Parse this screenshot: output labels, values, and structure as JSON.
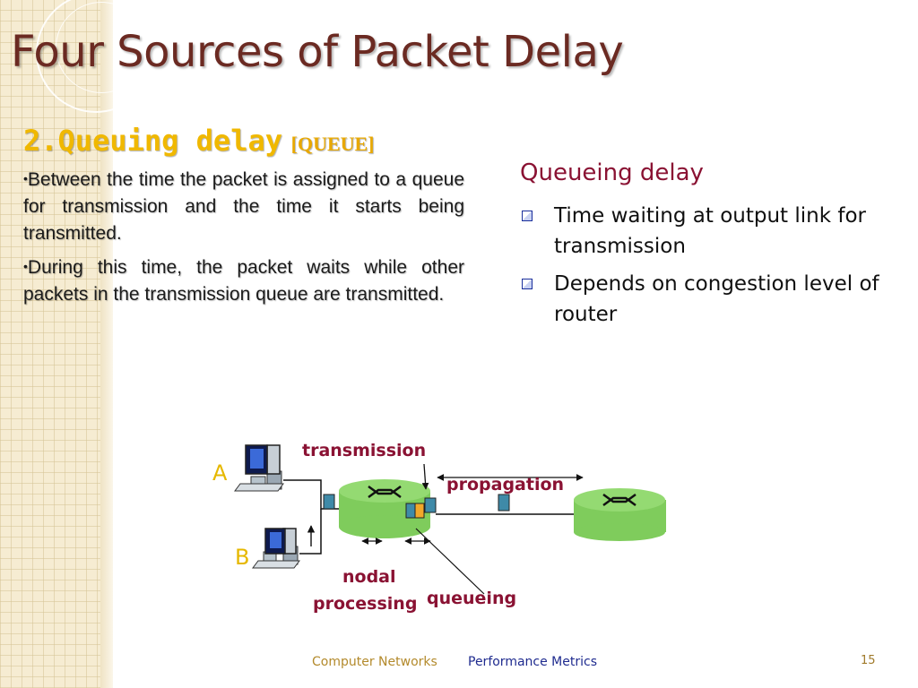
{
  "title": "Four Sources of Packet Delay",
  "subtitle": {
    "main": "2.Queuing delay",
    "tag": "[QUEUE]"
  },
  "left_text": [
    "Between the time the packet is assigned to a queue for transmission and the time it starts being transmitted.",
    "During this time, the packet waits while other packets in the transmission queue are transmitted."
  ],
  "right": {
    "heading": "Queueing delay",
    "bullets": [
      "Time waiting at output link for transmission",
      "Depends on congestion level of router"
    ]
  },
  "diagram": {
    "host_a": "A",
    "host_b": "B",
    "label_transmission": "transmission",
    "label_propagation": "propagation",
    "label_nodal_1": "nodal",
    "label_nodal_2": "processing",
    "label_queueing": "queueing"
  },
  "footer": {
    "left": "Computer Networks",
    "right": "Performance Metrics",
    "page": "15"
  },
  "colors": {
    "title": "#6b2a22",
    "subtitle": "#f0b800",
    "heading": "#8a1233",
    "diagram_label": "#8a1233",
    "host_label": "#e6b800",
    "router": "#8ed86a"
  }
}
